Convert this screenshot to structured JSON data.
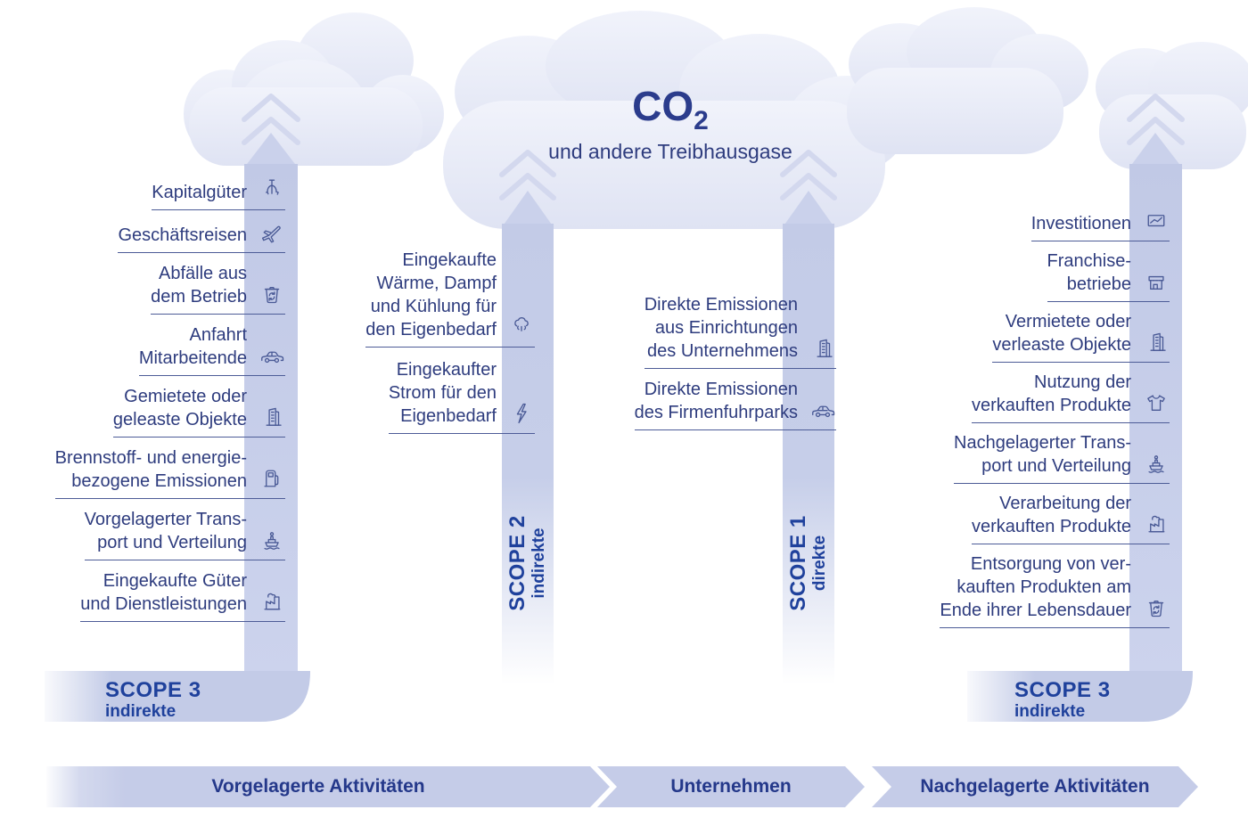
{
  "header": {
    "co2": "CO",
    "co2_subscript": "2",
    "subtitle": "und andere Treibhausgase"
  },
  "scope_labels": {
    "scope3_left": {
      "title": "SCOPE 3",
      "subtitle": "indirekte"
    },
    "scope2": {
      "title": "SCOPE 2",
      "subtitle": "indirekte"
    },
    "scope1": {
      "title": "SCOPE 1",
      "subtitle": "direkte"
    },
    "scope3_right": {
      "title": "SCOPE 3",
      "subtitle": "indirekte"
    }
  },
  "columns": {
    "upstream_scope3": {
      "items": [
        {
          "lines": [
            "Kapitalgüter"
          ],
          "icon": "crane-claw-icon"
        },
        {
          "lines": [
            "Geschäftsreisen"
          ],
          "icon": "airplane-icon"
        },
        {
          "lines": [
            "Abfälle aus",
            "dem Betrieb"
          ],
          "icon": "recycle-bin-icon"
        },
        {
          "lines": [
            "Anfahrt",
            "Mitarbeitende"
          ],
          "icon": "car-icon"
        },
        {
          "lines": [
            "Gemietete oder",
            "geleaste Objekte"
          ],
          "icon": "building-icon"
        },
        {
          "lines": [
            "Brennstoff- und energie-",
            "bezogene Emissionen"
          ],
          "icon": "fuel-pump-icon"
        },
        {
          "lines": [
            "Vorgelagerter Trans-",
            "port und Verteilung"
          ],
          "icon": "ship-icon"
        },
        {
          "lines": [
            "Eingekaufte Güter",
            "und Dienstleistungen"
          ],
          "icon": "factory-icon"
        }
      ]
    },
    "scope2": {
      "items": [
        {
          "lines": [
            "Eingekaufte",
            "Wärme, Dampf",
            "und Kühlung für",
            "den Eigenbedarf"
          ],
          "icon": "steam-icon"
        },
        {
          "lines": [
            "Eingekaufter",
            "Strom für den",
            "Eigenbedarf"
          ],
          "icon": "lightning-icon"
        }
      ]
    },
    "scope1": {
      "items": [
        {
          "lines": [
            "Direkte Emissionen",
            "aus Einrichtungen",
            "des Unternehmens"
          ],
          "icon": "building-icon"
        },
        {
          "lines": [
            "Direkte Emissionen",
            "des Firmenfuhrparks"
          ],
          "icon": "car-icon"
        }
      ]
    },
    "downstream_scope3": {
      "items": [
        {
          "lines": [
            "Investitionen"
          ],
          "icon": "investment-chart-icon"
        },
        {
          "lines": [
            "Franchise-",
            "betriebe"
          ],
          "icon": "storefront-icon"
        },
        {
          "lines": [
            "Vermietete oder",
            "verleaste Objekte"
          ],
          "icon": "building-icon"
        },
        {
          "lines": [
            "Nutzung der",
            "verkauften Produkte"
          ],
          "icon": "tshirt-icon"
        },
        {
          "lines": [
            "Nachgelagerter Trans-",
            "port und Verteilung"
          ],
          "icon": "ship-icon"
        },
        {
          "lines": [
            "Verarbeitung der",
            "verkauften Produkte"
          ],
          "icon": "factory-icon"
        },
        {
          "lines": [
            "Entsorgung von ver-",
            "kauften Produkten am",
            "Ende ihrer Lebensdauer"
          ],
          "icon": "recycle-bin-icon"
        }
      ]
    }
  },
  "bottom_bar": {
    "segments": [
      {
        "label": "Vorgelagerte Aktivitäten"
      },
      {
        "label": "Unternehmen"
      },
      {
        "label": "Nachgelagerte Aktivitäten"
      }
    ]
  },
  "colors": {
    "text_navy": "#2e3c7e",
    "title_navy": "#2b3c8c",
    "scope_blue": "#1f419c",
    "pillar": "#c5cde9",
    "cloud_light": "#eff1fa",
    "cloud_dark": "#dfe3f3",
    "bottom_bar": "#c5cce8",
    "icon_stroke": "#4a5a96",
    "underline": "#4d5c97"
  }
}
